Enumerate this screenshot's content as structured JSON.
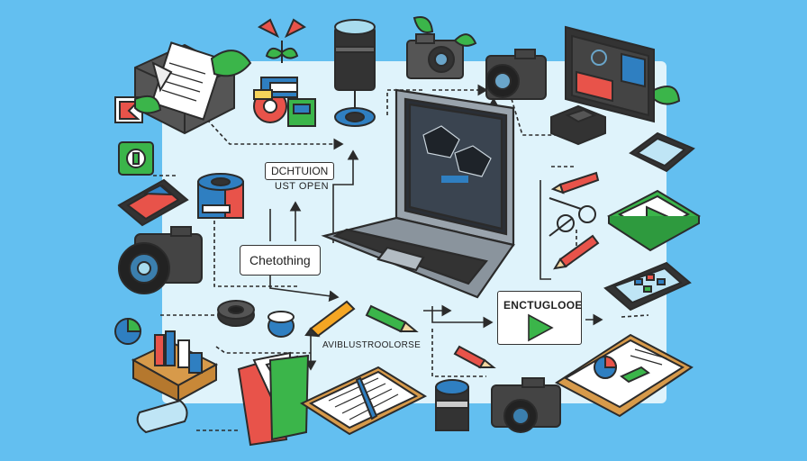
{
  "labels": {
    "dchtuion": "DCHTUION",
    "ust_open": "UST OPEN",
    "chetothing": "Chetothing",
    "avib": "AVIBLUSTROOLORSE",
    "enctugloe": "ENCTUGLOOE"
  },
  "colors": {
    "background": "#63bff0",
    "panel": "#dff3fb",
    "accent_green": "#3bb54a",
    "accent_red": "#e8534a",
    "accent_blue": "#2f7fc1",
    "outline": "#2b2b2b"
  },
  "icons": [
    "printer-tray-icon",
    "flower-pot-icon",
    "tape-rolls-icon",
    "camera-lens-icon",
    "camera-icon",
    "monitor-icon",
    "laptop-icon",
    "smartphone-icon",
    "tablet-icon",
    "scissors-icon",
    "pencil-icon",
    "play-folder-icon",
    "clipboard-icon",
    "report-document-icon",
    "storage-box-icon",
    "folder-icon",
    "film-canister-icon"
  ]
}
